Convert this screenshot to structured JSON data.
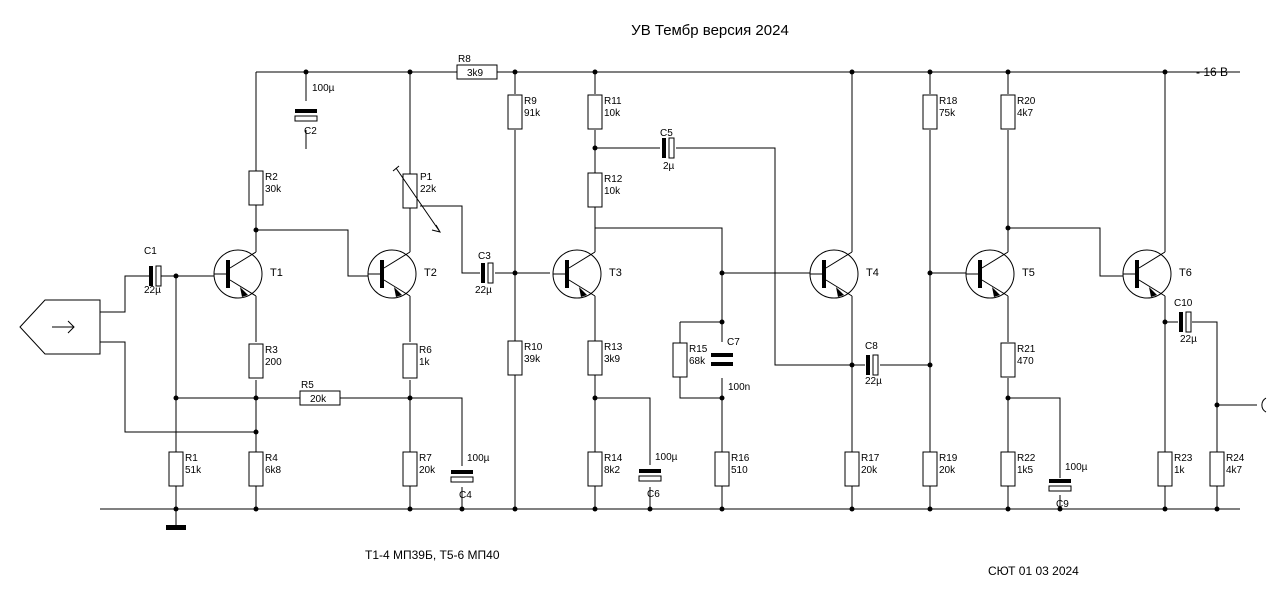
{
  "diagram": {
    "title": "УВ Тембр версия 2024",
    "supply_label": "- 16 В",
    "transistor_note": "Т1-4 МП39Б, Т5-6 МП40",
    "footer": "СЮТ 01 03 2024"
  },
  "components": {
    "resistors": [
      {
        "ref": "R1",
        "value": "51k"
      },
      {
        "ref": "R2",
        "value": "30k"
      },
      {
        "ref": "R3",
        "value": "200"
      },
      {
        "ref": "R4",
        "value": "6k8"
      },
      {
        "ref": "R5",
        "value": "20k"
      },
      {
        "ref": "R6",
        "value": "1k"
      },
      {
        "ref": "R7",
        "value": "20k"
      },
      {
        "ref": "R8",
        "value": "3k9"
      },
      {
        "ref": "R9",
        "value": "91k"
      },
      {
        "ref": "R10",
        "value": "39k"
      },
      {
        "ref": "R11",
        "value": "10k"
      },
      {
        "ref": "R12",
        "value": "10k"
      },
      {
        "ref": "R13",
        "value": "3k9"
      },
      {
        "ref": "R14",
        "value": "8k2"
      },
      {
        "ref": "R15",
        "value": "68k"
      },
      {
        "ref": "R16",
        "value": "510"
      },
      {
        "ref": "R17",
        "value": "20k"
      },
      {
        "ref": "R18",
        "value": "75k"
      },
      {
        "ref": "R19",
        "value": "20k"
      },
      {
        "ref": "R20",
        "value": "4k7"
      },
      {
        "ref": "R21",
        "value": "470"
      },
      {
        "ref": "R22",
        "value": "1k5"
      },
      {
        "ref": "R23",
        "value": "1k"
      },
      {
        "ref": "R24",
        "value": "4k7"
      }
    ],
    "potentiometers": [
      {
        "ref": "P1",
        "value": "22k"
      }
    ],
    "capacitors": [
      {
        "ref": "C1",
        "value": "22µ"
      },
      {
        "ref": "C2",
        "value": "100µ"
      },
      {
        "ref": "C3",
        "value": "22µ"
      },
      {
        "ref": "C4",
        "value": "100µ"
      },
      {
        "ref": "C5",
        "value": "2µ"
      },
      {
        "ref": "C6",
        "value": "100µ"
      },
      {
        "ref": "C7",
        "value": "100n"
      },
      {
        "ref": "C8",
        "value": "22µ"
      },
      {
        "ref": "C9",
        "value": "100µ"
      },
      {
        "ref": "C10",
        "value": "22µ"
      }
    ],
    "transistors": [
      "T1",
      "T2",
      "T3",
      "T4",
      "T5",
      "T6"
    ]
  }
}
